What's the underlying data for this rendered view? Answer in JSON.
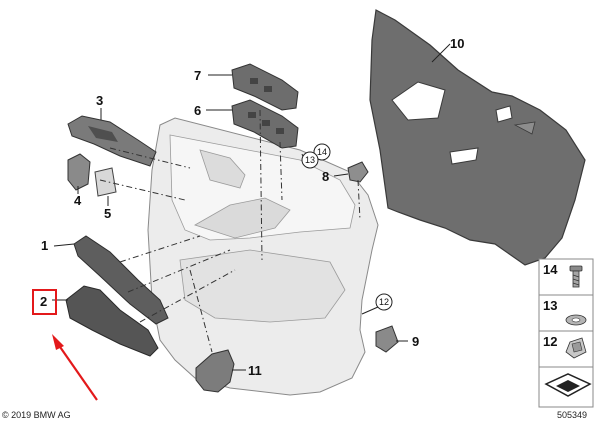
{
  "callouts": {
    "c1": "1",
    "c2": "2",
    "c3": "3",
    "c4": "4",
    "c5": "5",
    "c6": "6",
    "c7": "7",
    "c8": "8",
    "c9": "9",
    "c10": "10",
    "c11": "11",
    "c12": "12",
    "c13": "13",
    "c14": "14"
  },
  "legend": {
    "l14": "14",
    "l13": "13",
    "l12": "12"
  },
  "copyright": "© 2019 BMW AG",
  "diagram_number": "505349",
  "colors": {
    "highlight": "#e3191b",
    "panel_gray": "#6b6b6b",
    "door_light": "#e9e9e9"
  }
}
